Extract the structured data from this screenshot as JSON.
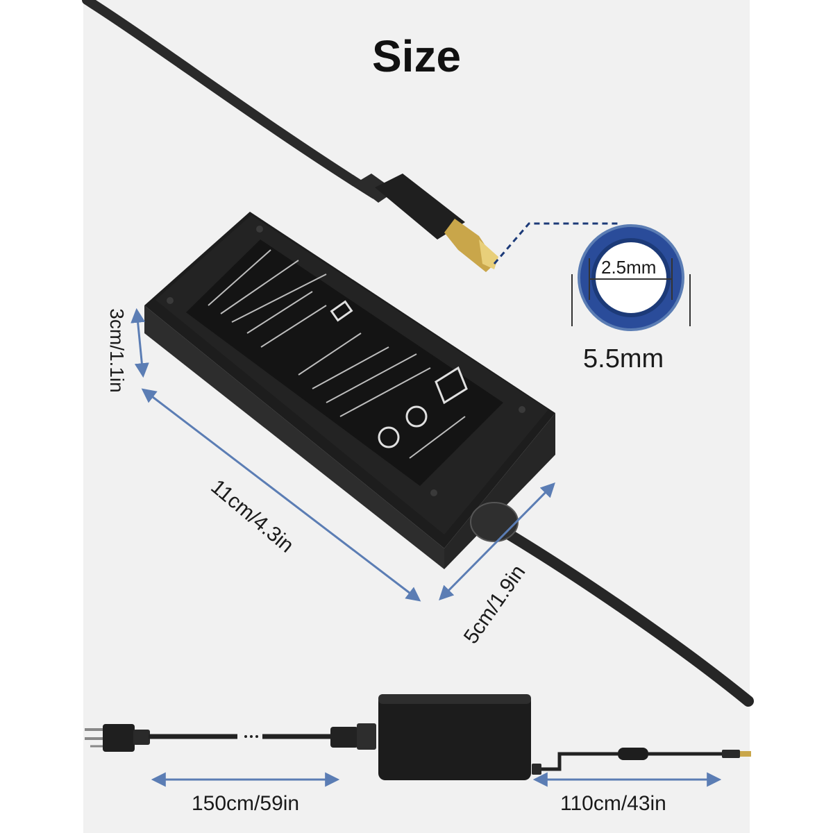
{
  "title": "Size",
  "connector": {
    "inner_diameter": "2.5mm",
    "outer_diameter": "5.5mm"
  },
  "adapter_dimensions": {
    "height": "3cm/1.1in",
    "length": "11cm/4.3in",
    "width": "5cm/1.9in"
  },
  "cable_lengths": {
    "ac_cable": "150cm/59in",
    "dc_cable": "110cm/43in"
  },
  "colors": {
    "accent_blue": "#5b7db4",
    "connector_ring": "#1c3a78",
    "body_black": "#222222"
  }
}
